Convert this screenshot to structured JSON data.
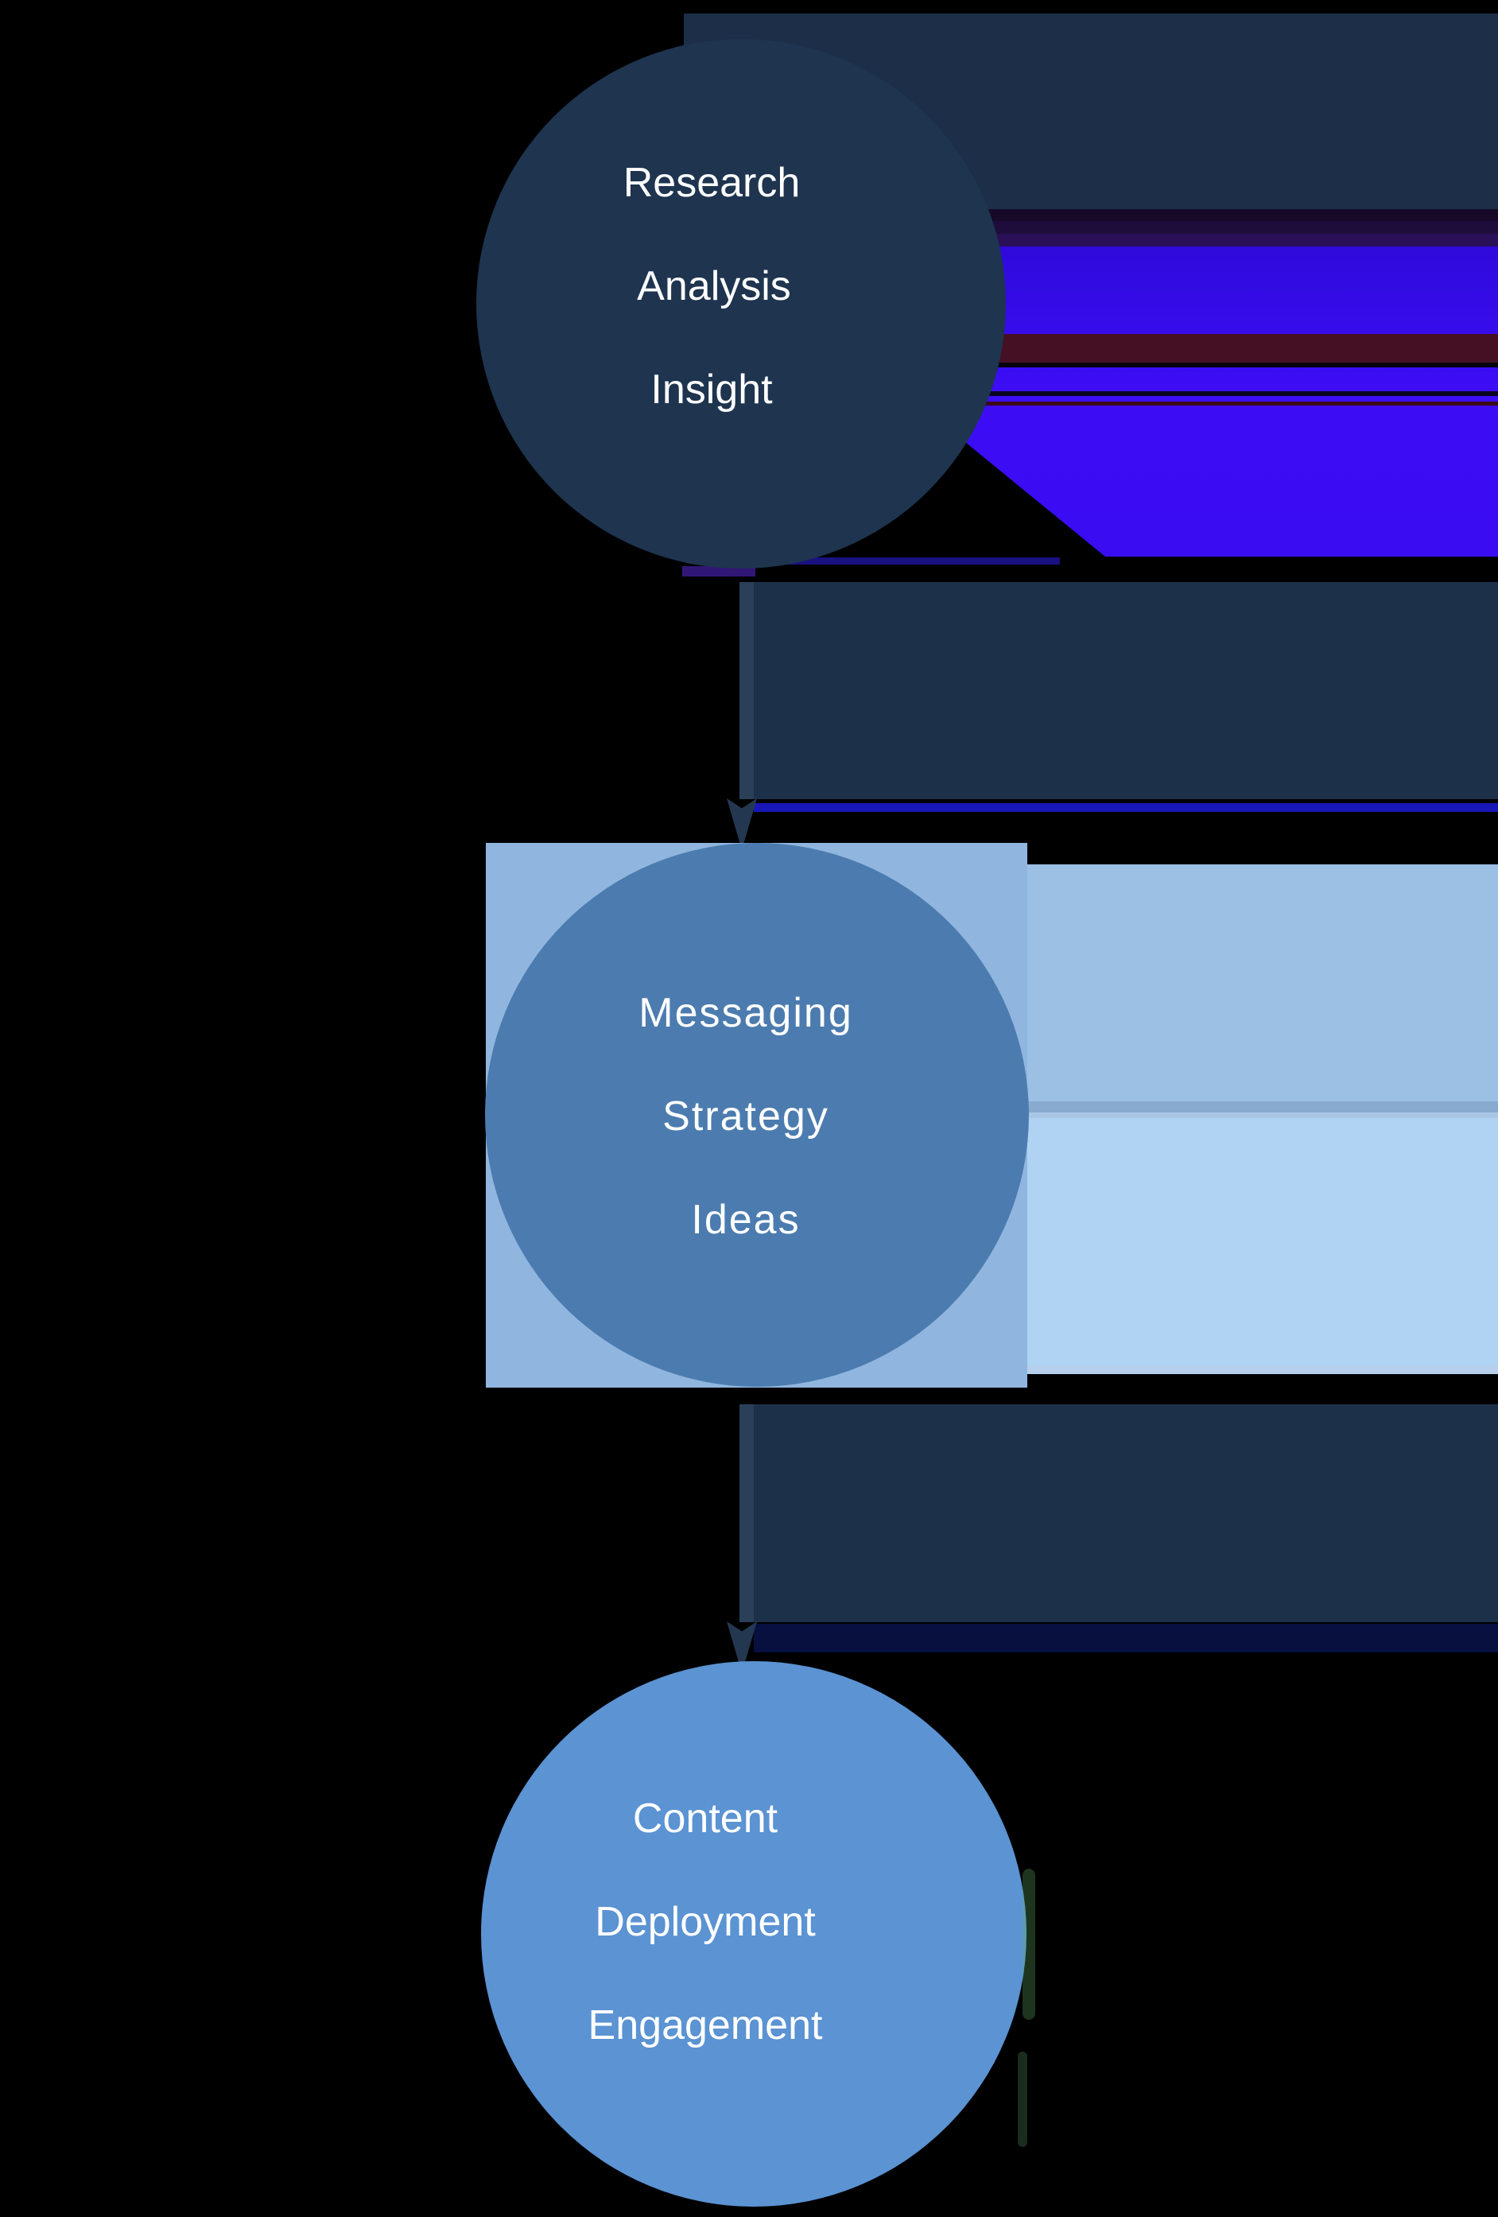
{
  "canvas": {
    "background": "#000000"
  },
  "diagram": {
    "flow_circles": [
      {
        "id": "step-1",
        "lines": [
          "Research",
          "Analysis",
          "Insight"
        ],
        "fill": "#1E344F",
        "text_color": "#FFFFFF"
      },
      {
        "id": "step-2",
        "lines": [
          "Messaging",
          "Strategy",
          "Ideas"
        ],
        "fill": "#4C7CAF",
        "text_color": "#FFFFFF"
      },
      {
        "id": "step-3",
        "lines": [
          "Content",
          "Deployment",
          "Engagement"
        ],
        "fill": "#5B93D3",
        "text_color": "#FFFFFF"
      }
    ],
    "connector_band_color": "#1D3049",
    "arrowhead_color": "#233850",
    "middle_panel_fill": "#90B6DF",
    "right_panel": {
      "upper_fill": "#9CC0E4",
      "divider_fill": "#87AACE",
      "lower_fill": "#B0D3F4"
    },
    "glitch_colors": {
      "top_navy_band": "#1C2E48",
      "vivid_blue": "#3A0CF2",
      "dark_red_stripe": "#451024",
      "blue_line": "#1B1BD8",
      "dark_blue_stripe": "#081040"
    }
  }
}
